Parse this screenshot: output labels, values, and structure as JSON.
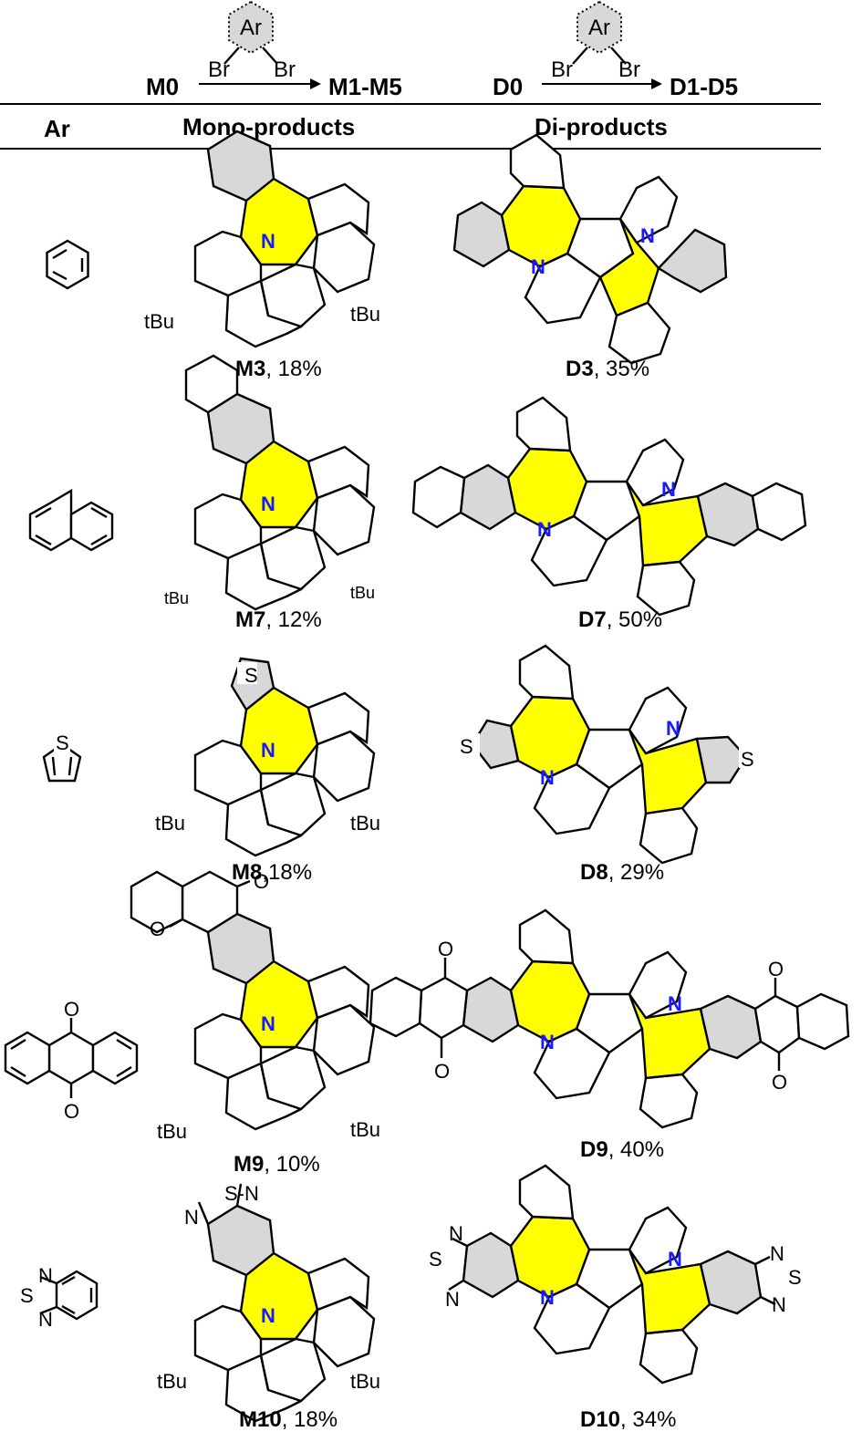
{
  "scheme": {
    "ring_label": "Ar",
    "br_left": "Br",
    "br_right": "Br",
    "mono_start": "M0",
    "mono_end": "M1-M5",
    "di_start": "D0",
    "di_end": "D1-D5"
  },
  "headers": {
    "ar": "Ar",
    "mono": "Mono-products",
    "di": "Di-products"
  },
  "atoms": {
    "N": "N",
    "S": "S",
    "O": "O",
    "tBu": "tBu",
    "SN": "S-N"
  },
  "rows": [
    {
      "mono_id": "M3",
      "mono_yield": ", 18%",
      "di_id": "D3",
      "di_yield": ", 35%"
    },
    {
      "mono_id": "M7",
      "mono_yield": ", 12%",
      "di_id": "D7",
      "di_yield": ", 50%"
    },
    {
      "mono_id": "M8",
      "mono_yield": ",18%",
      "di_id": "D8",
      "di_yield": ", 29%"
    },
    {
      "mono_id": "M9",
      "mono_yield": ", 10%",
      "di_id": "D9",
      "di_yield": ", 40%"
    },
    {
      "mono_id": "M10",
      "mono_yield": ", 18%",
      "di_id": "D10",
      "di_yield": ", 34%"
    }
  ],
  "colors": {
    "highlight": "#ffff00",
    "fused_ring": "#d8d8d8",
    "nitrogen": "#1a1aff"
  }
}
